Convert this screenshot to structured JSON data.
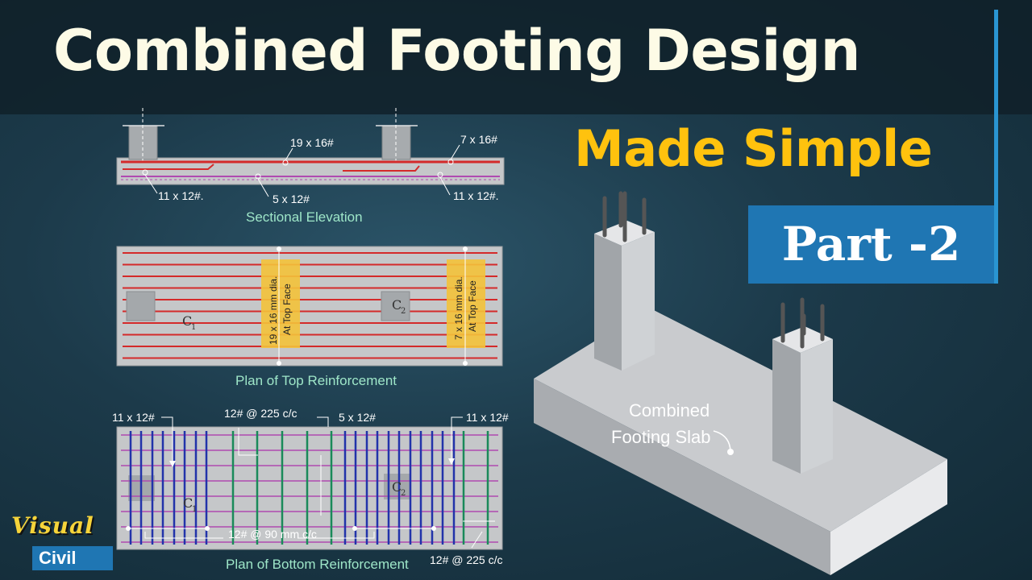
{
  "header": {
    "title": "Combined Footing Design",
    "subtitle": "Made Simple",
    "part": "Part -2"
  },
  "elevation": {
    "caption": "Sectional Elevation",
    "labels": [
      "19 x 16#",
      "7 x 16#",
      "11 x 12#.",
      "5 x 12#",
      "11 x 12#."
    ]
  },
  "top_plan": {
    "caption": "Plan of Top Reinforcement",
    "band1_line1": "19 x 16 mm dia.",
    "band1_line2": "At Top Face",
    "band2_line1": "7 x 16 mm dia.",
    "band2_line2": "At Top Face",
    "c1": "C",
    "c1_sub": "1",
    "c2": "C",
    "c2_sub": "2"
  },
  "bottom_plan": {
    "caption": "Plan of Bottom Reinforcement",
    "labels": [
      "11 x 12#",
      "12# @ 225 c/c",
      "5 x 12#",
      "11 x 12#",
      "12# @ 90 mm c/c",
      "12# @ 225 c/c"
    ],
    "c1": "C",
    "c1_sub": "1",
    "c2": "C",
    "c2_sub": "2"
  },
  "iso": {
    "label_line1": "Combined",
    "label_line2": "Footing Slab"
  },
  "logo": {
    "top": "Visual",
    "bottom": "Civil"
  },
  "colors": {
    "title": "#fdfbe6",
    "subtitle": "#ffc20e",
    "accent_blue": "#1f76b3",
    "rebar_red": "#d42a2a",
    "rebar_blue": "#2233aa",
    "rebar_green": "#1a8a5a",
    "rebar_magenta": "#b04ab0"
  }
}
